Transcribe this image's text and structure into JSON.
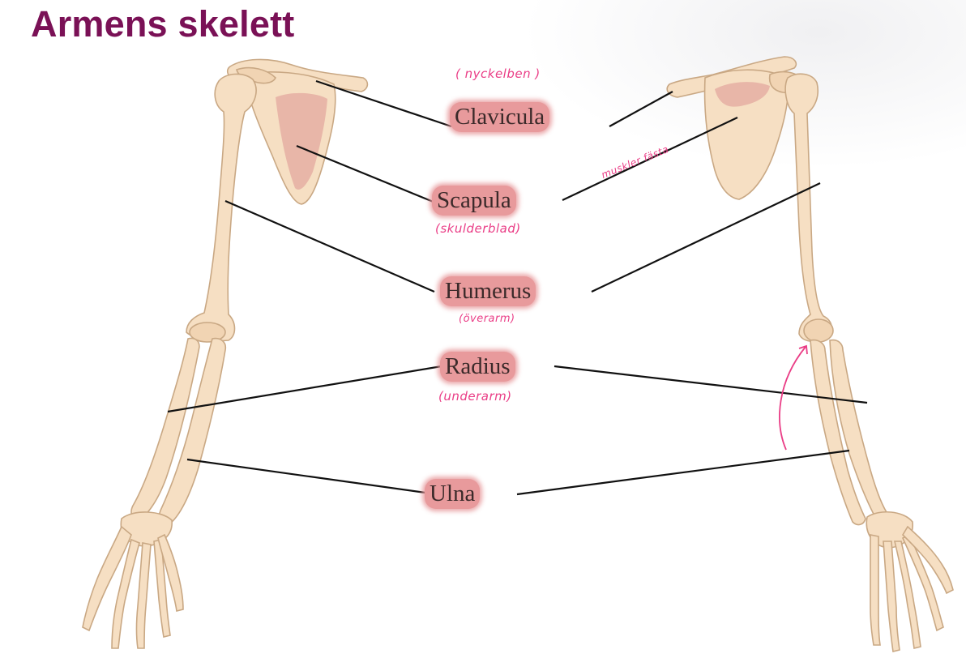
{
  "title": "Armens skelett",
  "labels": {
    "clavicula": "Clavicula",
    "scapula": "Scapula",
    "humerus": "Humerus",
    "radius": "Radius",
    "ulna": "Ulna"
  },
  "notes": {
    "nyckelben": "( nyckelben )",
    "skulderblad": "(skulderblad)",
    "overarm": "(överarm)",
    "underarm": "(underarm)",
    "muskler": "muskler fästa"
  },
  "colors": {
    "title": "#7a1156",
    "bone": "#f6dfc3",
    "bone_outline": "#c9a884",
    "highlight": "#e89a9c",
    "annotation": "#ea3d86",
    "leader_line": "#111111"
  }
}
